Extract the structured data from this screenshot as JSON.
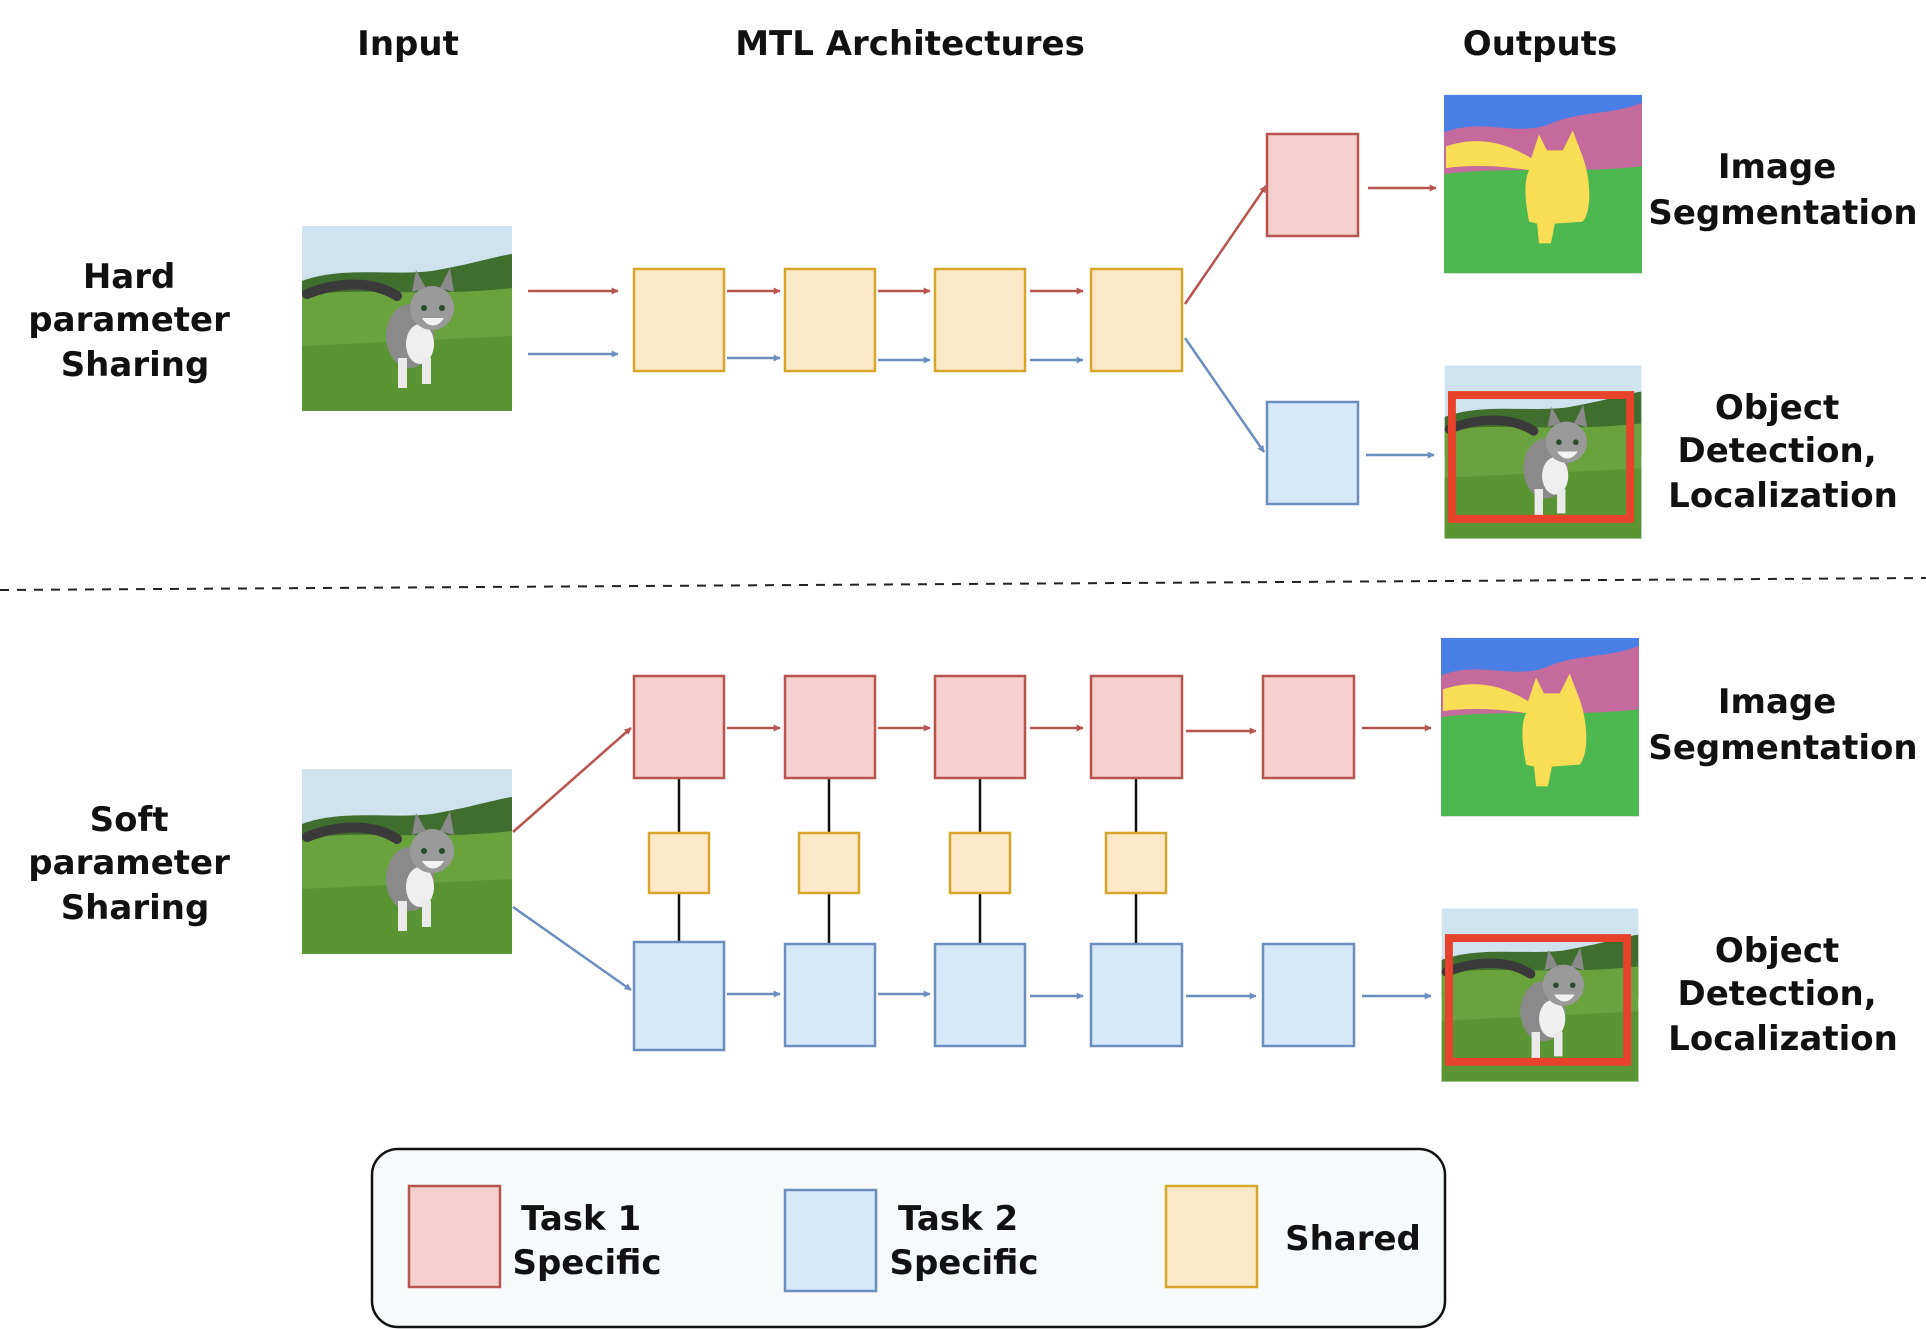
{
  "headers": {
    "input": "Input",
    "architectures": "MTL Architectures",
    "outputs": "Outputs"
  },
  "rows": {
    "hard": {
      "label_lines": [
        "Hard",
        "parameter",
        "Sharing"
      ]
    },
    "soft": {
      "label_lines": [
        "Soft",
        "parameter",
        "Sharing"
      ]
    }
  },
  "outputs": {
    "segmentation_lines": [
      "Image",
      "Segmentation"
    ],
    "detection_lines": [
      "Object",
      "Detection,",
      "Localization"
    ]
  },
  "legend": {
    "task1_lines": [
      "Task 1",
      "Specific"
    ],
    "task2_lines": [
      "Task 2",
      "Specific"
    ],
    "shared": "Shared"
  },
  "colors": {
    "task1_fill": "#f5cfcb",
    "task1_stroke": "#b85450",
    "task1_arrow": "#b85450",
    "task2_fill": "#d6e9f9",
    "task2_stroke": "#6c8ebf",
    "task2_arrow": "#6c8ebf",
    "shared_fill": "#fbe8c8",
    "shared_stroke": "#d6a52a",
    "sky": "#4a7fe6",
    "hills": "#c46a9c",
    "grass": "#4cb84f",
    "cat": "#f8dd55",
    "bbox": "#e8412c"
  },
  "icons": [
    "kitten-photo-icon",
    "segmentation-mask-icon",
    "detection-box-icon",
    "arrow-icon"
  ]
}
